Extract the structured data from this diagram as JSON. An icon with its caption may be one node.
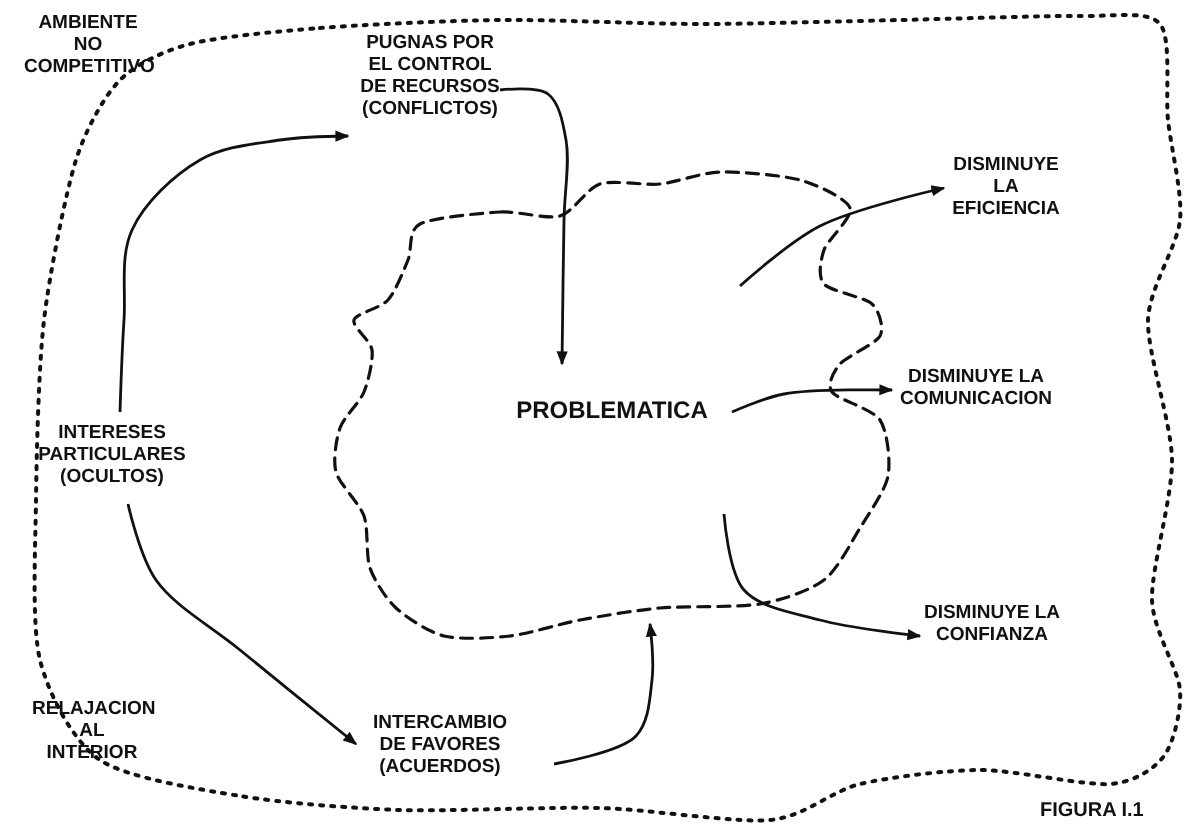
{
  "diagram": {
    "caption": "FIGURA I.1",
    "nodes": [
      {
        "text": [
          "AMBIENTE NO COMPETITIVO"
        ]
      },
      {
        "text": [
          "PROBLEMATICA"
        ],
        "in": 0
      },
      {
        "text": [
          "PUGNAS POR EL CONTROL DE RECURSOS (CONFLICTOS)"
        ],
        "in": 0
      },
      {
        "text": [
          "INTERESES PARTICULARES (OCULTOS)"
        ],
        "in": 0
      },
      {
        "text": [
          "INTERCAMBIO DE FAVORES (ACUERDOS)"
        ],
        "in": 0
      },
      {
        "text": [
          "DISMINUYE LA EFICIENCIA"
        ],
        "in": 0
      },
      {
        "text": [
          "DISMINUYE LA COMUNICACION"
        ],
        "in": 0
      },
      {
        "text": [
          "DISMINUYE LA CONFIANZA"
        ],
        "in": 0
      }
    ],
    "edges": [
      {
        "from": 3,
        "to": 2,
        "arrow": "to"
      },
      {
        "from": 3,
        "to": 4,
        "arrow": "to"
      },
      {
        "from": 2,
        "to": 1,
        "arrow": "to"
      },
      {
        "from": 4,
        "to": 1,
        "arrow": "to"
      },
      {
        "from": 1,
        "to": 5,
        "arrow": "to"
      },
      {
        "from": 1,
        "to": 6,
        "arrow": "to"
      },
      {
        "from": 1,
        "to": 7,
        "arrow": "to"
      }
    ],
    "labels": [
      "RELAJACION AL INTERIOR"
    ]
  }
}
